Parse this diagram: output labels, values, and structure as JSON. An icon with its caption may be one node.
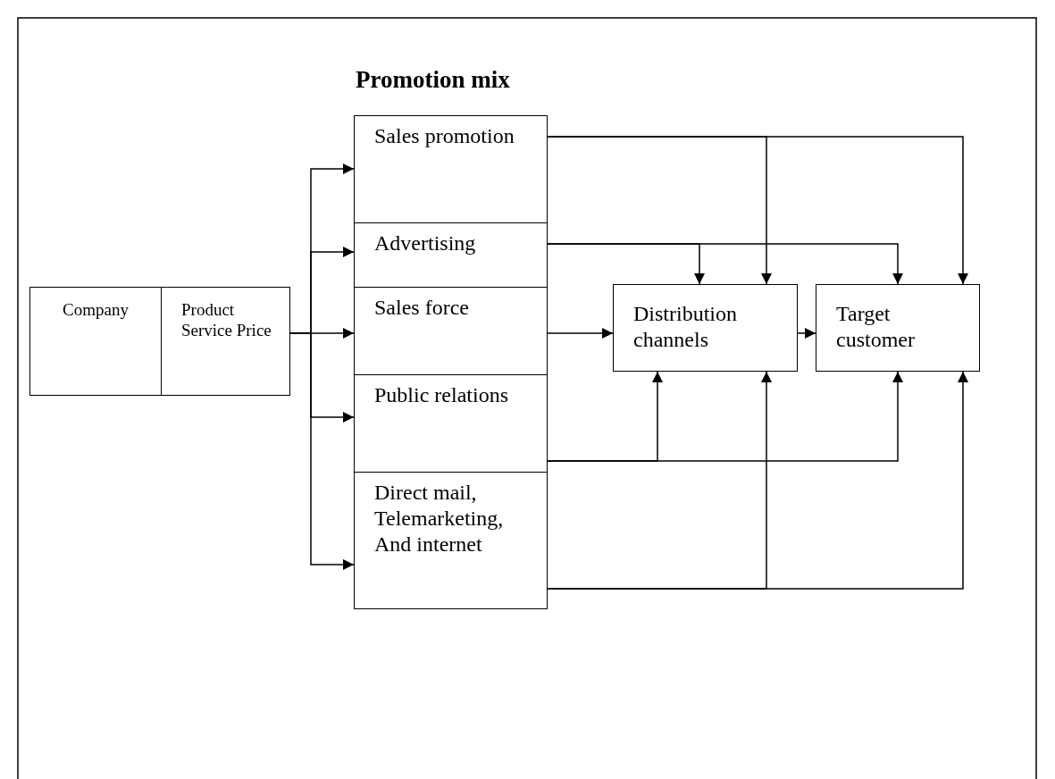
{
  "diagram": {
    "title": "Promotion mix",
    "nodes": [
      {
        "text": [
          "Company"
        ]
      },
      {
        "text": [
          "Product Service Price"
        ]
      },
      {
        "text": [
          "Sales promotion"
        ]
      },
      {
        "text": [
          "Advertising"
        ]
      },
      {
        "text": [
          "Sales force"
        ]
      },
      {
        "text": [
          "Public relations"
        ]
      },
      {
        "text": [
          "Direct mail, Telemarketing, And internet"
        ]
      },
      {
        "text": [
          "Distribution channels"
        ]
      },
      {
        "text": [
          "Target customer"
        ]
      }
    ],
    "edges": [
      {
        "from": 1,
        "to": 2,
        "arrow": "to"
      },
      {
        "from": 1,
        "to": 3,
        "arrow": "to"
      },
      {
        "from": 1,
        "to": 4,
        "arrow": "to"
      },
      {
        "from": 1,
        "to": 5,
        "arrow": "to"
      },
      {
        "from": 1,
        "to": 6,
        "arrow": "to"
      },
      {
        "from": 2,
        "to": 7,
        "arrow": "to"
      },
      {
        "from": 2,
        "to": 8,
        "arrow": "to"
      },
      {
        "from": 3,
        "to": 7,
        "arrow": "to"
      },
      {
        "from": 3,
        "to": 8,
        "arrow": "to"
      },
      {
        "from": 4,
        "to": 7,
        "arrow": "to"
      },
      {
        "from": 7,
        "to": 8,
        "arrow": "to"
      },
      {
        "from": 5,
        "to": 7,
        "arrow": "to"
      },
      {
        "from": 5,
        "to": 8,
        "arrow": "to"
      },
      {
        "from": 6,
        "to": 7,
        "arrow": "to"
      },
      {
        "from": 6,
        "to": 8,
        "arrow": "to"
      }
    ]
  }
}
